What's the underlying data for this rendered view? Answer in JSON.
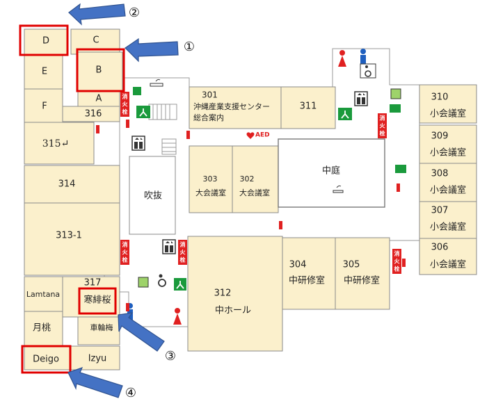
{
  "rooms": {
    "D": "D",
    "C": "C",
    "B": "B",
    "E": "E",
    "A": "A",
    "F": "F",
    "r316": "316",
    "r315": "315↵",
    "r314": "314",
    "r313": "313-1",
    "r317": "317",
    "lamtana": "Lamtana",
    "kanhizakura": "寒緋桜",
    "gekkyo": "月桃",
    "sharin": "車輪梅",
    "deigo": "Deigo",
    "izyu": "Izyu",
    "r301_num": "301",
    "r301_line1": "沖縄産業支援センター",
    "r301_line2": "総合案内",
    "r311": "311",
    "r303_num": "303",
    "r303_name": "大会議室",
    "r302_num": "302",
    "r302_name": "大会議室",
    "nakaniwa": "中庭",
    "fukinuke": "吹抜",
    "r312_num": "312",
    "r312_name": "中ホール",
    "r304_num": "304",
    "r304_name": "中研修室",
    "r305_num": "305",
    "r305_name": "中研修室",
    "r310_num": "310",
    "r310_name": "小会議室",
    "r309_num": "309",
    "r309_name": "小会議室",
    "r308_num": "308",
    "r308_name": "小会議室",
    "r307_num": "307",
    "r307_name": "小会議室",
    "r306_num": "306",
    "r306_name": "小会議室"
  },
  "markers": {
    "m1": "①",
    "m2": "②",
    "m3": "③",
    "m4": "④"
  },
  "symbols": {
    "aed": "AED",
    "hydrant_line1": "消",
    "hydrant_line2": "火",
    "hydrant_line3": "栓"
  },
  "colors": {
    "highlight": "#e00000",
    "arrow": "#4472c4",
    "room_fill": "#fbf0cc"
  },
  "icons": [
    "exit-sign-icon",
    "elevator-icon",
    "restroom-male-icon",
    "restroom-female-icon",
    "accessible-icon",
    "fire-extinguisher-icon",
    "fire-hydrant-icon",
    "smoking-area-icon",
    "aed-icon",
    "arrow-icon"
  ]
}
